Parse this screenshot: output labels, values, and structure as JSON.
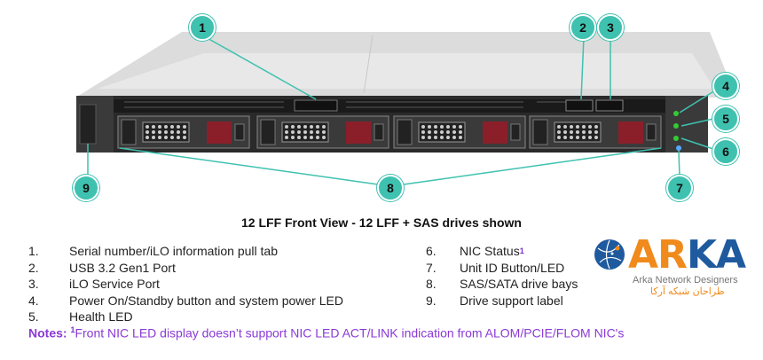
{
  "callouts": [
    "1",
    "2",
    "3",
    "4",
    "5",
    "6",
    "7",
    "8",
    "9"
  ],
  "title": "12 LFF Front View - 12 LFF + SAS drives shown",
  "left_list": [
    {
      "num": "1.",
      "label": "Serial number/iLO information pull tab"
    },
    {
      "num": "2.",
      "label": "USB 3.2 Gen1 Port"
    },
    {
      "num": "3.",
      "label": "iLO Service Port"
    },
    {
      "num": "4.",
      "label": "Power On/Standby button and system power LED"
    },
    {
      "num": "5.",
      "label": "Health LED"
    }
  ],
  "right_list": [
    {
      "num": "6.",
      "label": "NIC Status",
      "sup": "1"
    },
    {
      "num": "7.",
      "label": "Unit ID Button/LED"
    },
    {
      "num": "8.",
      "label": "SAS/SATA drive bays"
    },
    {
      "num": "9.",
      "label": "Drive support label"
    }
  ],
  "notes": {
    "prefix": "Notes:",
    "sup": "1",
    "text": "Front NIC LED display doesn’t support NIC LED ACT/LINK indication from ALOM/PCIE/FLOM NIC's"
  },
  "logo": {
    "ar": "AR",
    "ka": "KA",
    "subtitle": "Arka Network Designers",
    "persian": "طراحان شبکه آرکا"
  },
  "colors": {
    "callout": "#3fc1b0",
    "notes": "#8a3ad6",
    "logo_orange": "#f08a1c",
    "logo_blue": "#1f5a9e"
  }
}
